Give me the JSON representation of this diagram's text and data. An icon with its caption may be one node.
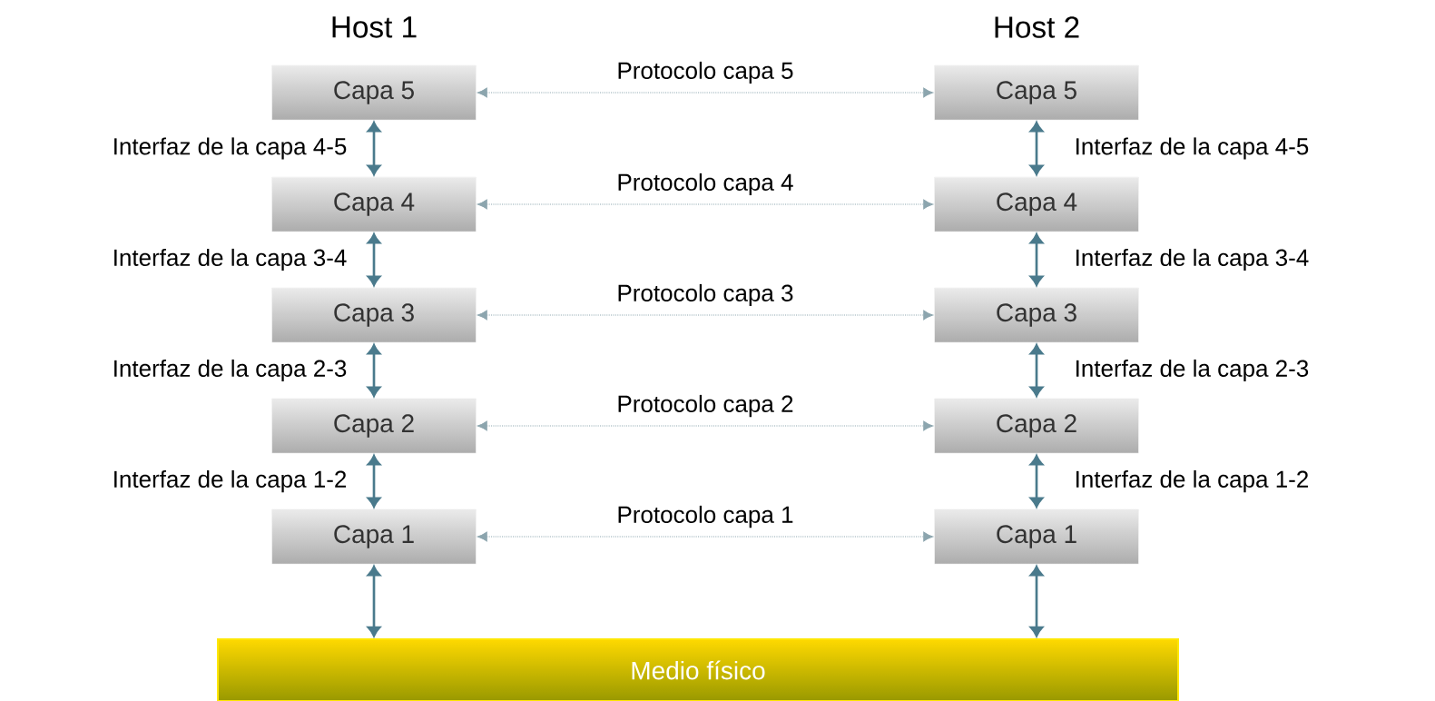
{
  "diagram": {
    "nodes": [
      {
        "text": [
          "Capa 5"
        ],
        "beside": [
          "Host 1"
        ]
      },
      {
        "text": [
          "Capa 4"
        ]
      },
      {
        "text": [
          "Capa 3"
        ]
      },
      {
        "text": [
          "Capa 2"
        ]
      },
      {
        "text": [
          "Capa 1"
        ]
      },
      {
        "text": [
          "Capa 5"
        ],
        "beside": [
          "Host 2"
        ]
      },
      {
        "text": [
          "Capa 4"
        ]
      },
      {
        "text": [
          "Capa 3"
        ]
      },
      {
        "text": [
          "Capa 2"
        ]
      },
      {
        "text": [
          "Capa 1"
        ]
      },
      {
        "text": [
          "Medio físico"
        ]
      }
    ],
    "edges": [
      {
        "from": 0,
        "to": 5,
        "arrow": "both",
        "label": "Protocolo capa 5",
        "style": "dashed",
        "color": "#b4cdd6"
      },
      {
        "from": 0,
        "to": 1,
        "arrow": "both",
        "label": "Interfaz de la capa 4-5"
      },
      {
        "from": 5,
        "to": 6,
        "arrow": "both",
        "label": "Interfaz de la capa 4-5"
      },
      {
        "from": 1,
        "to": 6,
        "arrow": "both",
        "label": "Protocolo capa 4",
        "style": "dashed",
        "color": "#b4cdd6"
      },
      {
        "from": 1,
        "to": 2,
        "arrow": "both",
        "label": "Interfaz de la capa 3-4"
      },
      {
        "from": 6,
        "to": 7,
        "arrow": "both",
        "label": "Interfaz de la capa 3-4"
      },
      {
        "from": 2,
        "to": 7,
        "arrow": "both",
        "label": "Protocolo capa 3",
        "style": "dashed",
        "color": "#b4cdd6"
      },
      {
        "from": 2,
        "to": 3,
        "arrow": "both",
        "label": "Interfaz de la capa 2-3"
      },
      {
        "from": 7,
        "to": 8,
        "arrow": "both",
        "label": "Interfaz de la capa 2-3"
      },
      {
        "from": 3,
        "to": 8,
        "arrow": "both",
        "label": "Protocolo capa 2",
        "style": "dashed",
        "color": "#b4cdd6"
      },
      {
        "from": 3,
        "to": 4,
        "arrow": "both",
        "label": "Interfaz de la capa 1-2"
      },
      {
        "from": 8,
        "to": 9,
        "arrow": "both",
        "label": "Interfaz de la capa 1-2"
      },
      {
        "from": 4,
        "to": 9,
        "arrow": "both",
        "label": "Protocolo capa 1",
        "style": "dashed",
        "color": "#b4cdd6"
      },
      {
        "from": 4,
        "to": 10,
        "arrow": "both"
      },
      {
        "from": 9,
        "to": 10,
        "arrow": "both"
      }
    ]
  }
}
